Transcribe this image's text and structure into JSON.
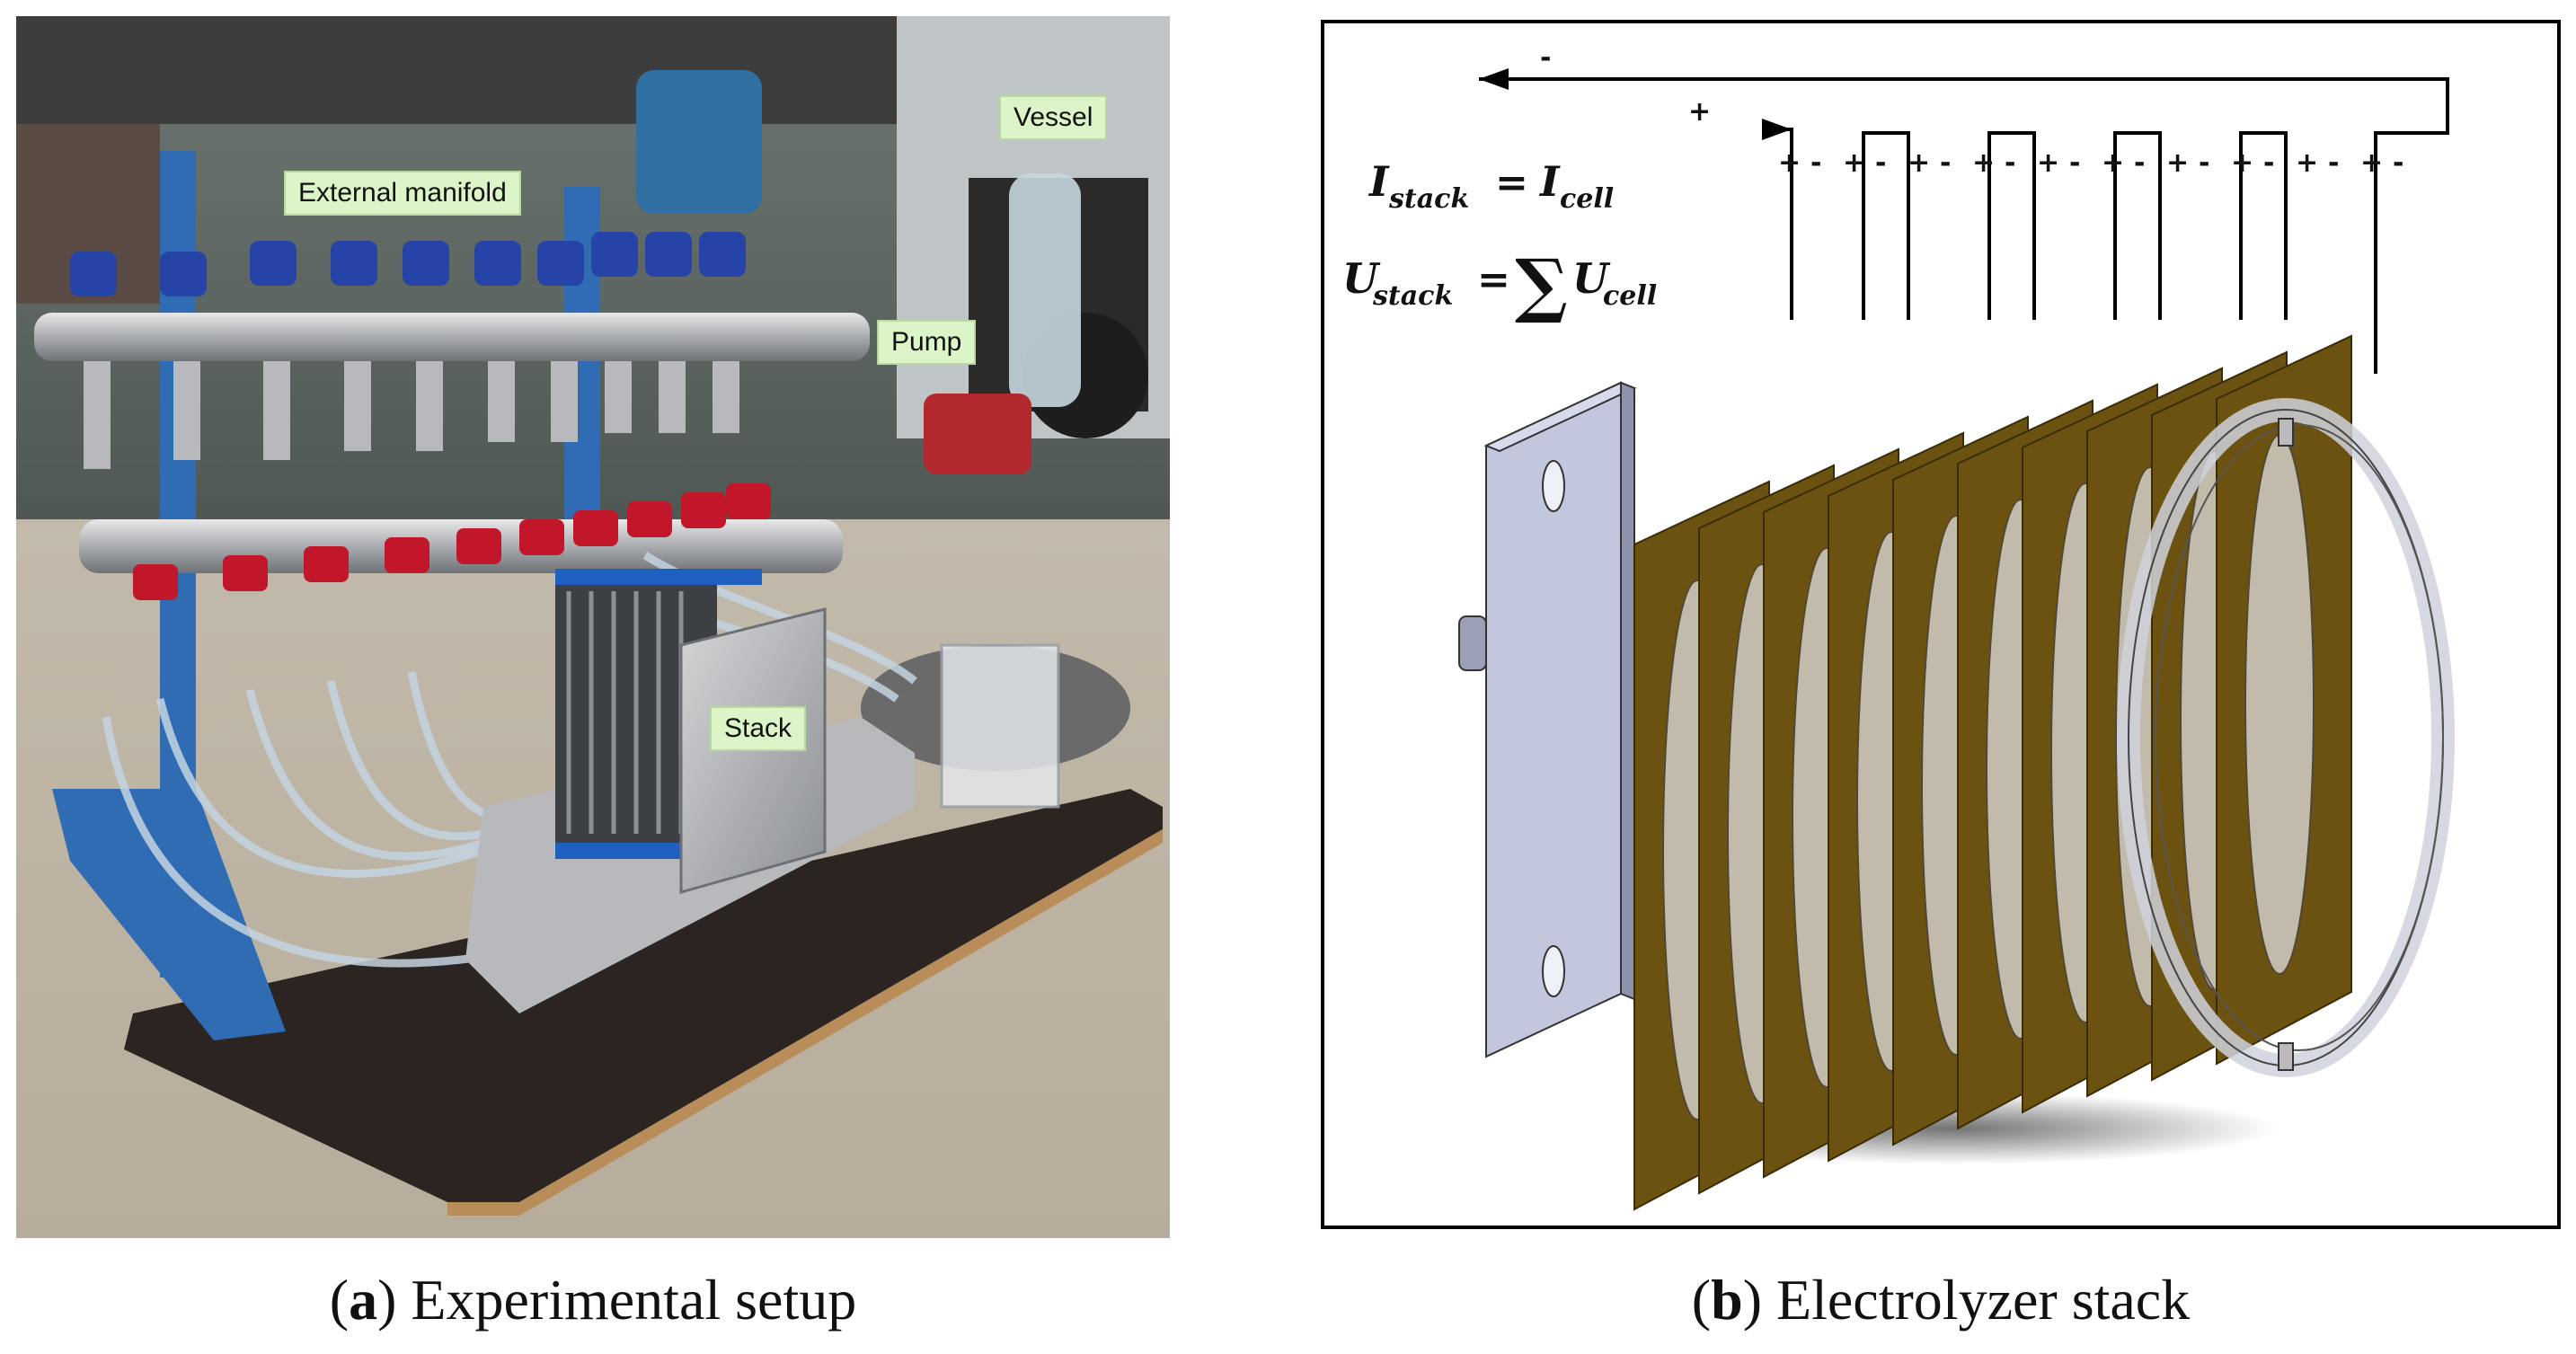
{
  "panel_a": {
    "caption_letter": "a",
    "caption_text": "Experimental setup",
    "labels": {
      "external_manifold": "External manifold",
      "vessel": "Vessel",
      "pump": "Pump",
      "stack": "Stack"
    }
  },
  "panel_b": {
    "caption_letter": "b",
    "caption_text": "Electrolyzer stack",
    "equations": {
      "current": "I",
      "current_sub_left": "stack",
      "current_sub_right": "cell",
      "voltage": "U",
      "voltage_sub_left": "stack",
      "voltage_sub_right": "cell",
      "equals": "=",
      "sum": "∑"
    },
    "terminal_signs": {
      "top_minus": "-",
      "top_plus": "+",
      "sequence": [
        "+",
        "-",
        "+",
        "-",
        "+",
        "-",
        "+",
        "-",
        "+",
        "-",
        "+",
        "-",
        "+",
        "-",
        "+",
        "-",
        "+",
        "-",
        "+",
        "-"
      ]
    }
  },
  "colors": {
    "plate": "#6b5210",
    "plate_edge": "#3a2c06",
    "endplate": "#9aa0b8",
    "label_bg": "#dcf5c8"
  }
}
